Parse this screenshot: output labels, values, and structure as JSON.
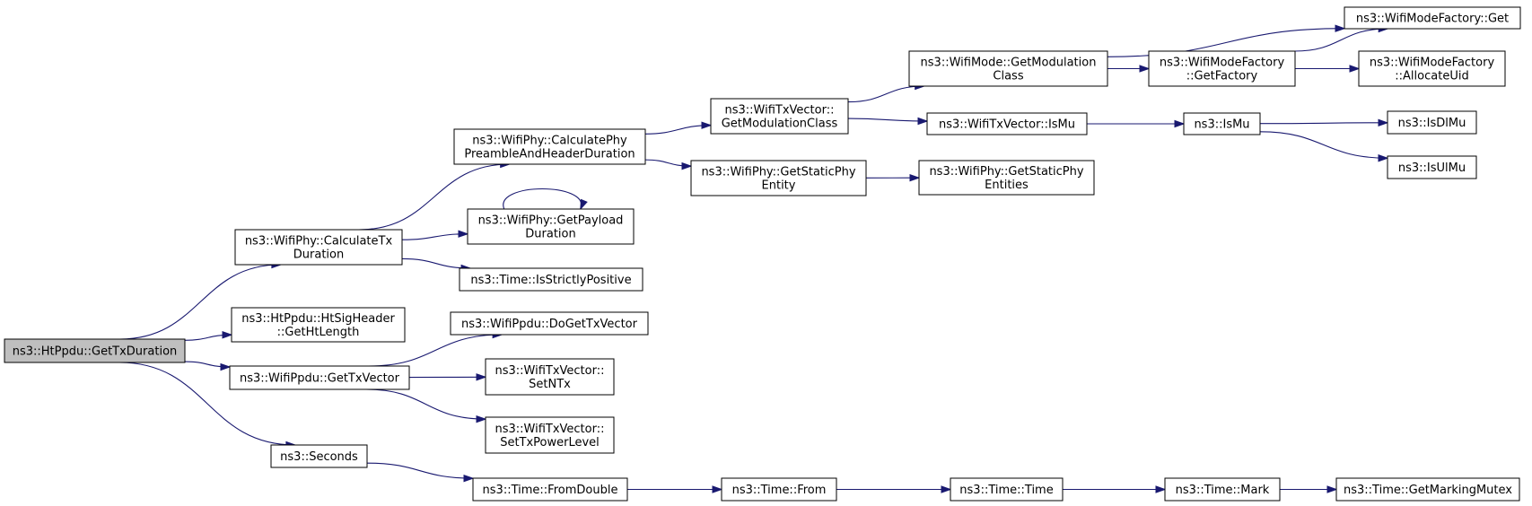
{
  "nodes": [
    {
      "id": "root",
      "lines": [
        "ns3::HtPpdu::GetTxDuration"
      ],
      "highlight": true
    },
    {
      "id": "calcTx",
      "lines": [
        "ns3::WifiPhy::CalculateTx",
        "Duration"
      ]
    },
    {
      "id": "htSig",
      "lines": [
        "ns3::HtPpdu::HtSigHeader",
        "::GetHtLength"
      ]
    },
    {
      "id": "getTxVec",
      "lines": [
        "ns3::WifiPpdu::GetTxVector"
      ]
    },
    {
      "id": "seconds",
      "lines": [
        "ns3::Seconds"
      ]
    },
    {
      "id": "calcPre",
      "lines": [
        "ns3::WifiPhy::CalculatePhy",
        "PreambleAndHeaderDuration"
      ]
    },
    {
      "id": "payload",
      "lines": [
        "ns3::WifiPhy::GetPayload",
        "Duration"
      ]
    },
    {
      "id": "strictPos",
      "lines": [
        "ns3::Time::IsStrictlyPositive"
      ]
    },
    {
      "id": "doGetTx",
      "lines": [
        "ns3::WifiPpdu::DoGetTxVector"
      ]
    },
    {
      "id": "setNTx",
      "lines": [
        "ns3::WifiTxVector::",
        "SetNTx"
      ]
    },
    {
      "id": "setTxPow",
      "lines": [
        "ns3::WifiTxVector::",
        "SetTxPowerLevel"
      ]
    },
    {
      "id": "fromDouble",
      "lines": [
        "ns3::Time::FromDouble"
      ]
    },
    {
      "id": "getModTx",
      "lines": [
        "ns3::WifiTxVector::",
        "GetModulationClass"
      ]
    },
    {
      "id": "getStaticEnt",
      "lines": [
        "ns3::WifiPhy::GetStaticPhy",
        "Entity"
      ]
    },
    {
      "id": "timeFrom",
      "lines": [
        "ns3::Time::From"
      ]
    },
    {
      "id": "modeGetMod",
      "lines": [
        "ns3::WifiMode::GetModulation",
        "Class"
      ]
    },
    {
      "id": "txIsMu",
      "lines": [
        "ns3::WifiTxVector::IsMu"
      ]
    },
    {
      "id": "getStaticEnts",
      "lines": [
        "ns3::WifiPhy::GetStaticPhy",
        "Entities"
      ]
    },
    {
      "id": "timeTime",
      "lines": [
        "ns3::Time::Time"
      ]
    },
    {
      "id": "factGetFactory",
      "lines": [
        "ns3::WifiModeFactory",
        "::GetFactory"
      ]
    },
    {
      "id": "isMu",
      "lines": [
        "ns3::IsMu"
      ]
    },
    {
      "id": "timeMark",
      "lines": [
        "ns3::Time::Mark"
      ]
    },
    {
      "id": "factGet",
      "lines": [
        "ns3::WifiModeFactory::Get"
      ]
    },
    {
      "id": "allocUid",
      "lines": [
        "ns3::WifiModeFactory",
        "::AllocateUid"
      ]
    },
    {
      "id": "isDlMu",
      "lines": [
        "ns3::IsDlMu"
      ]
    },
    {
      "id": "isUlMu",
      "lines": [
        "ns3::IsUlMu"
      ]
    },
    {
      "id": "markMutex",
      "lines": [
        "ns3::Time::GetMarkingMutex"
      ]
    }
  ],
  "edges": [
    [
      "root",
      "calcTx"
    ],
    [
      "root",
      "htSig"
    ],
    [
      "root",
      "getTxVec"
    ],
    [
      "root",
      "seconds"
    ],
    [
      "calcTx",
      "calcPre"
    ],
    [
      "calcTx",
      "payload"
    ],
    [
      "calcTx",
      "strictPos"
    ],
    [
      "payload",
      "payload"
    ],
    [
      "getTxVec",
      "doGetTx"
    ],
    [
      "getTxVec",
      "setNTx"
    ],
    [
      "getTxVec",
      "setTxPow"
    ],
    [
      "seconds",
      "fromDouble"
    ],
    [
      "calcPre",
      "getModTx"
    ],
    [
      "calcPre",
      "getStaticEnt"
    ],
    [
      "fromDouble",
      "timeFrom"
    ],
    [
      "getModTx",
      "modeGetMod"
    ],
    [
      "getModTx",
      "txIsMu"
    ],
    [
      "getStaticEnt",
      "getStaticEnts"
    ],
    [
      "timeFrom",
      "timeTime"
    ],
    [
      "modeGetMod",
      "factGet"
    ],
    [
      "modeGetMod",
      "factGetFactory"
    ],
    [
      "txIsMu",
      "isMu"
    ],
    [
      "timeTime",
      "timeMark"
    ],
    [
      "factGetFactory",
      "factGet"
    ],
    [
      "factGetFactory",
      "allocUid"
    ],
    [
      "isMu",
      "isDlMu"
    ],
    [
      "isMu",
      "isUlMu"
    ],
    [
      "timeMark",
      "markMutex"
    ]
  ]
}
